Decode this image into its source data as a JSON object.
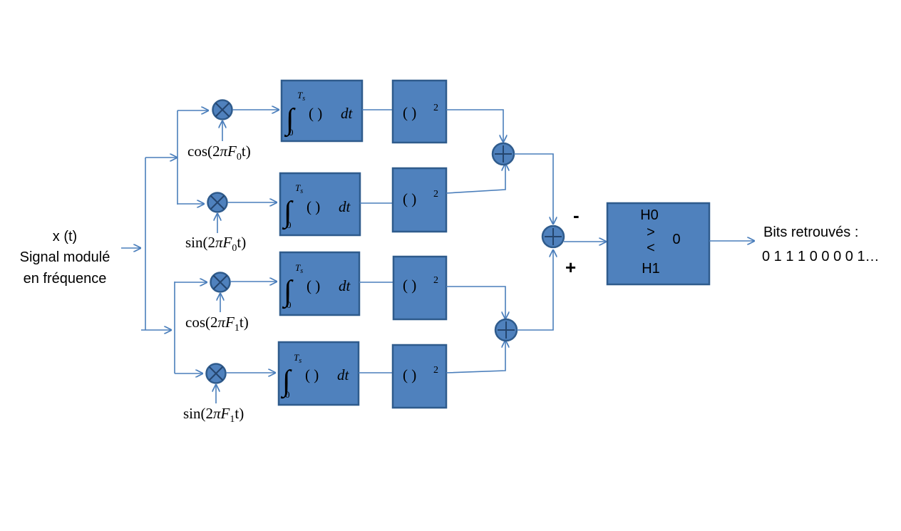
{
  "input": {
    "line1": "x (t)",
    "line2": "Signal modulé",
    "line3": "en fréquence"
  },
  "carriers": [
    {
      "fn": "cos",
      "arg": "(2",
      "pi": "π",
      "F": "F",
      "sub": "0",
      "t": "t)"
    },
    {
      "fn": "sin",
      "arg": "(2",
      "pi": "π",
      "F": "F",
      "sub": "0",
      "t": "t)"
    },
    {
      "fn": "cos",
      "arg": "(2",
      "pi": "π",
      "F": "F",
      "sub": "1",
      "t": "t)"
    },
    {
      "fn": "sin",
      "arg": "(2",
      "pi": "π",
      "F": "F",
      "sub": "1",
      "t": "t)"
    }
  ],
  "integrator": {
    "integral_sign": "∫",
    "upper_limit": "T",
    "upper_limit_sub": "s",
    "lower_limit": "0",
    "body": "(    )",
    "differential": "dt"
  },
  "squarer": {
    "body": "(    )",
    "exponent": "2"
  },
  "comparator_signs": {
    "minus": "-",
    "plus": "+"
  },
  "decision": {
    "h0": "H0",
    "gt": ">",
    "lt": "<",
    "threshold": "0",
    "h1": "H1"
  },
  "output": {
    "title": "Bits retrouvés :",
    "bits": "0 1 1 1 0 0 0 0 1…"
  }
}
